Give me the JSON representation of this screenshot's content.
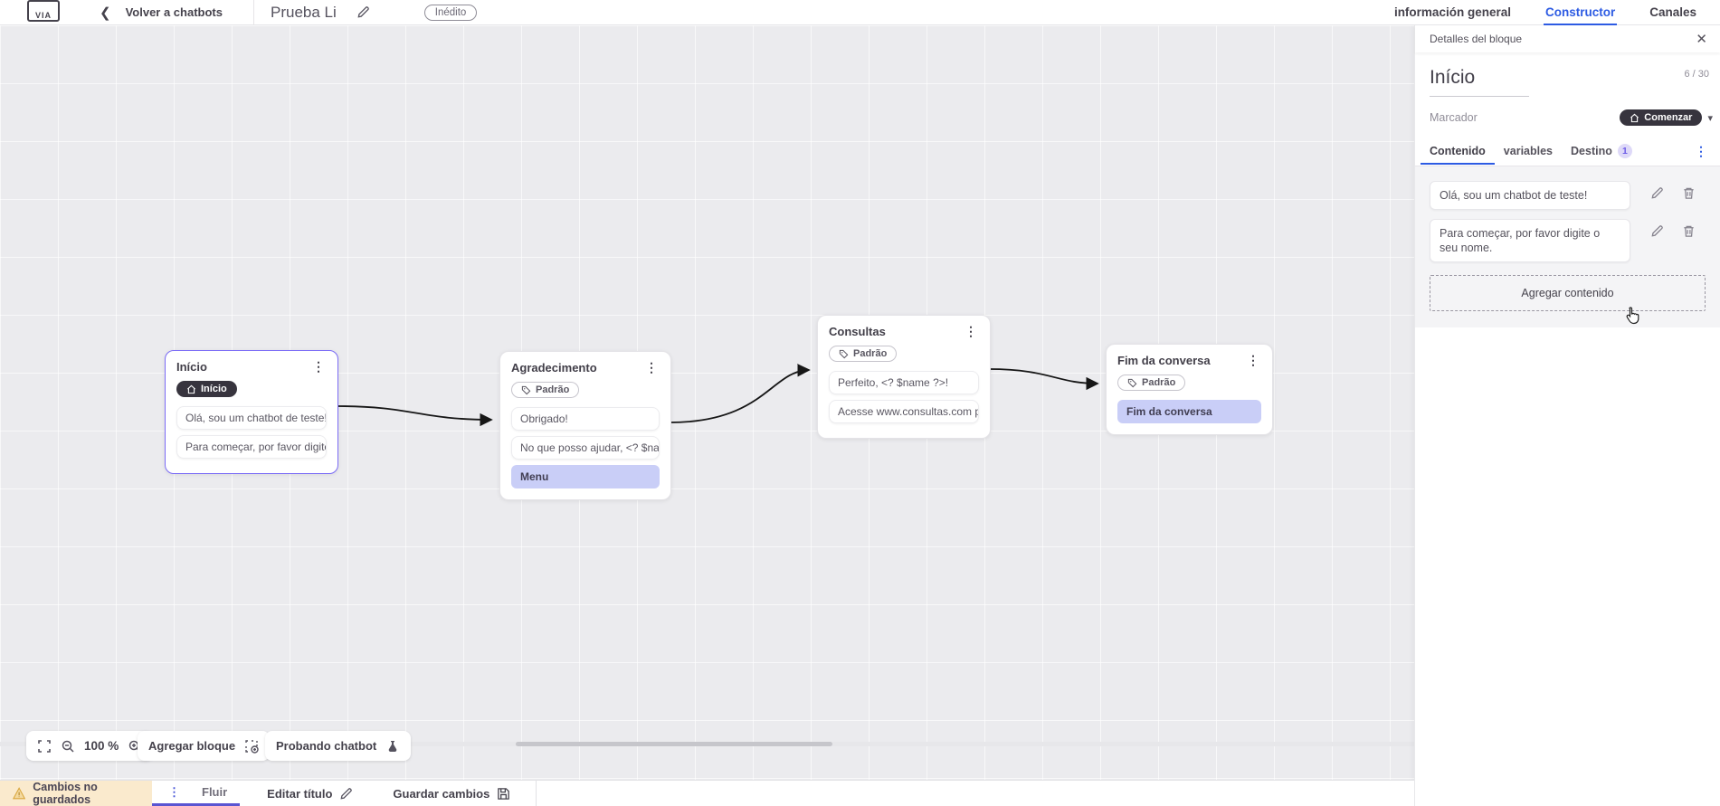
{
  "colors": {
    "blue": "#2d5be3",
    "purple": "#6d5cf0",
    "dark": "#37343e",
    "periwinkle": "#c9cef7",
    "warnbg": "#faeacd"
  },
  "header": {
    "back_label": "Volver a chatbots",
    "bot_title": "Prueba Li",
    "status_badge": "Inédito",
    "tabs": [
      {
        "label": "información general"
      },
      {
        "label": "Constructor"
      },
      {
        "label": "Canales"
      }
    ]
  },
  "canvas": {
    "nodes": [
      {
        "title": "Início",
        "badge": "Início",
        "messages": [
          "Olá, sou um chatbot de teste!",
          "Para começar, por favor digite o ..."
        ]
      },
      {
        "title": "Agradecimento",
        "badge": "Padrão",
        "messages": [
          "Obrigado!",
          "No que posso ajudar, <? $name ..."
        ],
        "button": "Menu"
      },
      {
        "title": "Consultas",
        "badge": "Padrão",
        "messages": [
          "Perfeito, <? $name ?>!",
          "Acesse www.consultas.com par..."
        ]
      },
      {
        "title": "Fim da conversa",
        "badge": "Padrão",
        "button": "Fim da conversa"
      }
    ],
    "toolbar": {
      "zoom_level": "100 %",
      "add_block": "Agregar bloque",
      "test_chatbot": "Probando chatbot"
    }
  },
  "panel": {
    "header": "Detalles del bloque",
    "block_title": "Início",
    "counter": "6 / 30",
    "marker_label": "Marcador",
    "marker_value": "Comenzar",
    "tabs": [
      {
        "label": "Contenido"
      },
      {
        "label": "variables"
      },
      {
        "label": "Destino",
        "badge": "1"
      }
    ],
    "contents": [
      "Olá, sou um chatbot de teste!",
      "Para começar, por favor digite o seu nome."
    ],
    "add_content_label": "Agregar contenido"
  },
  "footer": {
    "unsaved_label": "Cambios no guardados",
    "flow_tab": "Fluir",
    "edit_title": "Editar título",
    "save_label": "Guardar cambios"
  }
}
